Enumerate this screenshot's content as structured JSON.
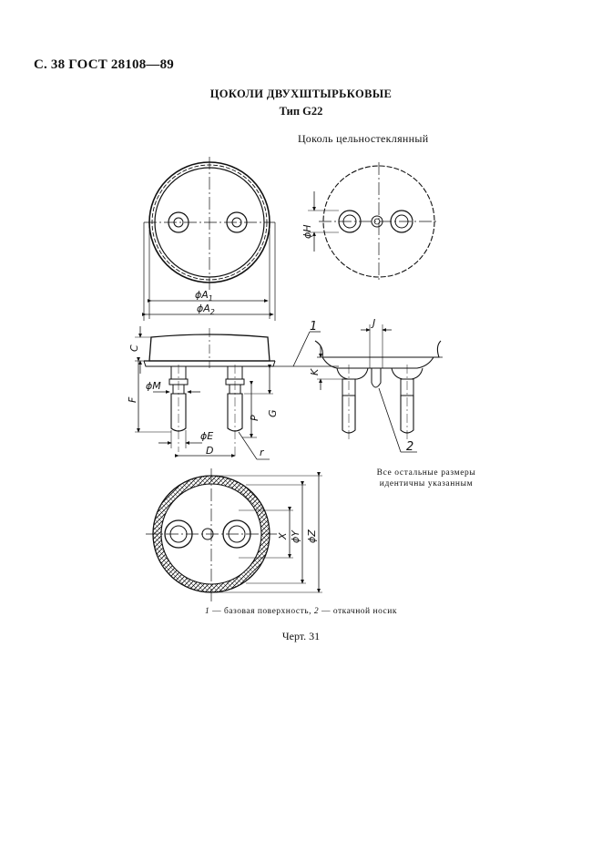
{
  "header": {
    "page_ref": "С. 38 ГОСТ 28108—89"
  },
  "title": "ЦОКОЛИ ДВУХШТЫРЬКОВЫЕ",
  "subtitle": "Тип G22",
  "variant_label": "Цоколь цельностеклянный",
  "note": {
    "line1": "Все остальные размеры",
    "line2": "идентичны указанным"
  },
  "legend": {
    "n1": "1",
    "t1": " — базовая поверхность, ",
    "n2": "2",
    "t2": " — откачной носик"
  },
  "caption": "Черт. 31",
  "dims": {
    "A1": "ϕA",
    "A1_sub": "1",
    "A2": "ϕA",
    "A2_sub": "2",
    "H": "ϕH",
    "C": "C",
    "F": "F",
    "M": "ϕM",
    "G": "G",
    "P": "P",
    "E": "ϕE",
    "D": "D",
    "r": "r",
    "J": "J",
    "K": "K",
    "X": "X",
    "Y": "ϕY",
    "Z": "ϕZ",
    "lead1": "1",
    "lead2": "2"
  },
  "colors": {
    "ink": "#111111",
    "paper": "#ffffff"
  }
}
